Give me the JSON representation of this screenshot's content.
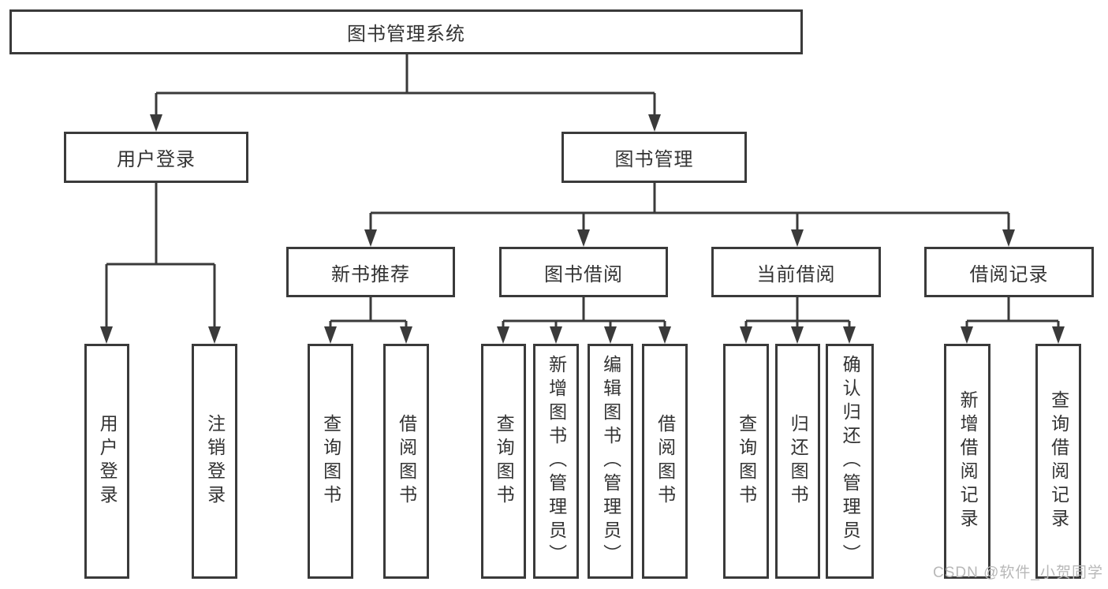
{
  "tree": {
    "label": "图书管理系统",
    "children": [
      {
        "label": "用户登录",
        "children": [
          {
            "label": "用户登录"
          },
          {
            "label": "注销登录"
          }
        ]
      },
      {
        "label": "图书管理",
        "children": [
          {
            "label": "新书推荐",
            "children": [
              {
                "label": "查询图书"
              },
              {
                "label": "借阅图书"
              }
            ]
          },
          {
            "label": "图书借阅",
            "children": [
              {
                "label": "查询图书"
              },
              {
                "label": "新增图书（管理员）"
              },
              {
                "label": "编辑图书（管理员）"
              },
              {
                "label": "借阅图书"
              }
            ]
          },
          {
            "label": "当前借阅",
            "children": [
              {
                "label": "查询图书"
              },
              {
                "label": "归还图书"
              },
              {
                "label": "确认归还（管理员）"
              }
            ]
          },
          {
            "label": "借阅记录",
            "children": [
              {
                "label": "新增借阅记录"
              },
              {
                "label": "查询借阅记录"
              }
            ]
          }
        ]
      }
    ]
  },
  "watermark": "CSDN @软件_小贺同学",
  "colors": {
    "line": "#3a3a3a",
    "text": "#333333",
    "watermark": "#b8b8b8",
    "background": "#ffffff"
  }
}
